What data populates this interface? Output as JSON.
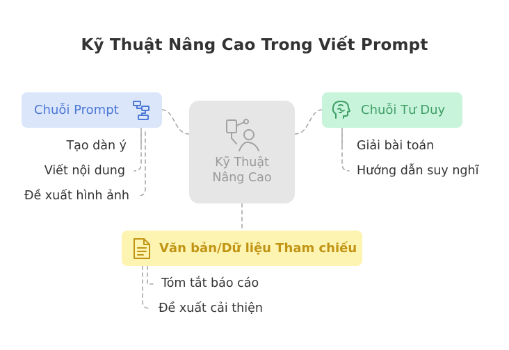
{
  "title": "Kỹ Thuật Nâng Cao Trong Viết Prompt",
  "center": {
    "line1": "Kỹ Thuật",
    "line2": "Nâng Cao",
    "icon": "process-user-icon"
  },
  "branches": {
    "prompt_chain": {
      "label": "Chuỗi Prompt",
      "icon": "flow-steps-icon",
      "color": "#4b78d6",
      "items": [
        "Tạo dàn ý",
        "Viết nội dung",
        "Đề xuất hình ảnh"
      ]
    },
    "chain_of_thought": {
      "label": "Chuỗi Tư Duy",
      "icon": "brain-head-icon",
      "color": "#3e9e65",
      "items": [
        "Giải bài toán",
        "Hướng dẫn suy nghĩ"
      ]
    },
    "reference_text": {
      "label": "Văn bản/Dữ liệu Tham chiếu",
      "icon": "document-icon",
      "color": "#c19414",
      "items": [
        "Tóm tắt báo cáo",
        "Đề xuất cải thiện"
      ]
    }
  }
}
